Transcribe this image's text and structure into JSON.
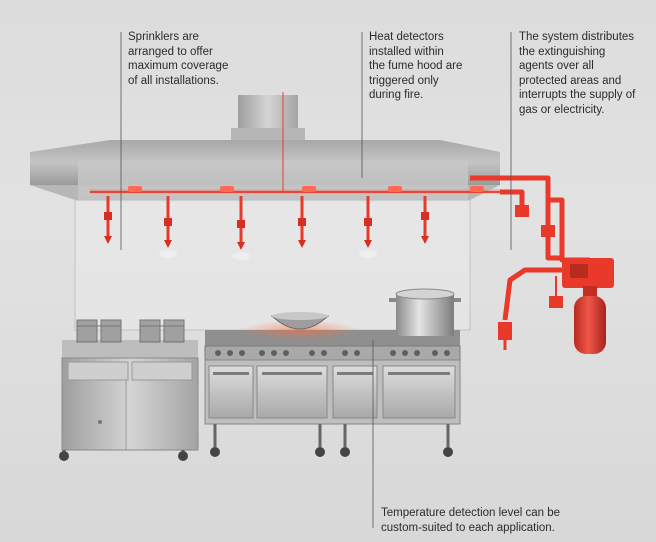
{
  "callouts": {
    "sprinklers": [
      "Sprinklers are",
      "arranged to offer",
      "maximum coverage",
      "of all installations."
    ],
    "detectors": [
      "Heat detectors",
      "installed within",
      "the fume hood are",
      "triggered only",
      "during fire."
    ],
    "system": [
      "The system distributes",
      "the extinguishing",
      "agents over all",
      "protected areas and",
      "interrupts the supply of",
      "gas or electricity."
    ],
    "temperature": [
      "Temperature detection level can be",
      "custom-suited to each application."
    ]
  },
  "colors": {
    "pipe_red": "#e8392b",
    "steel_light": "#c9c9c9",
    "steel_dark": "#8d8d8d",
    "leader_line": "#555555"
  }
}
